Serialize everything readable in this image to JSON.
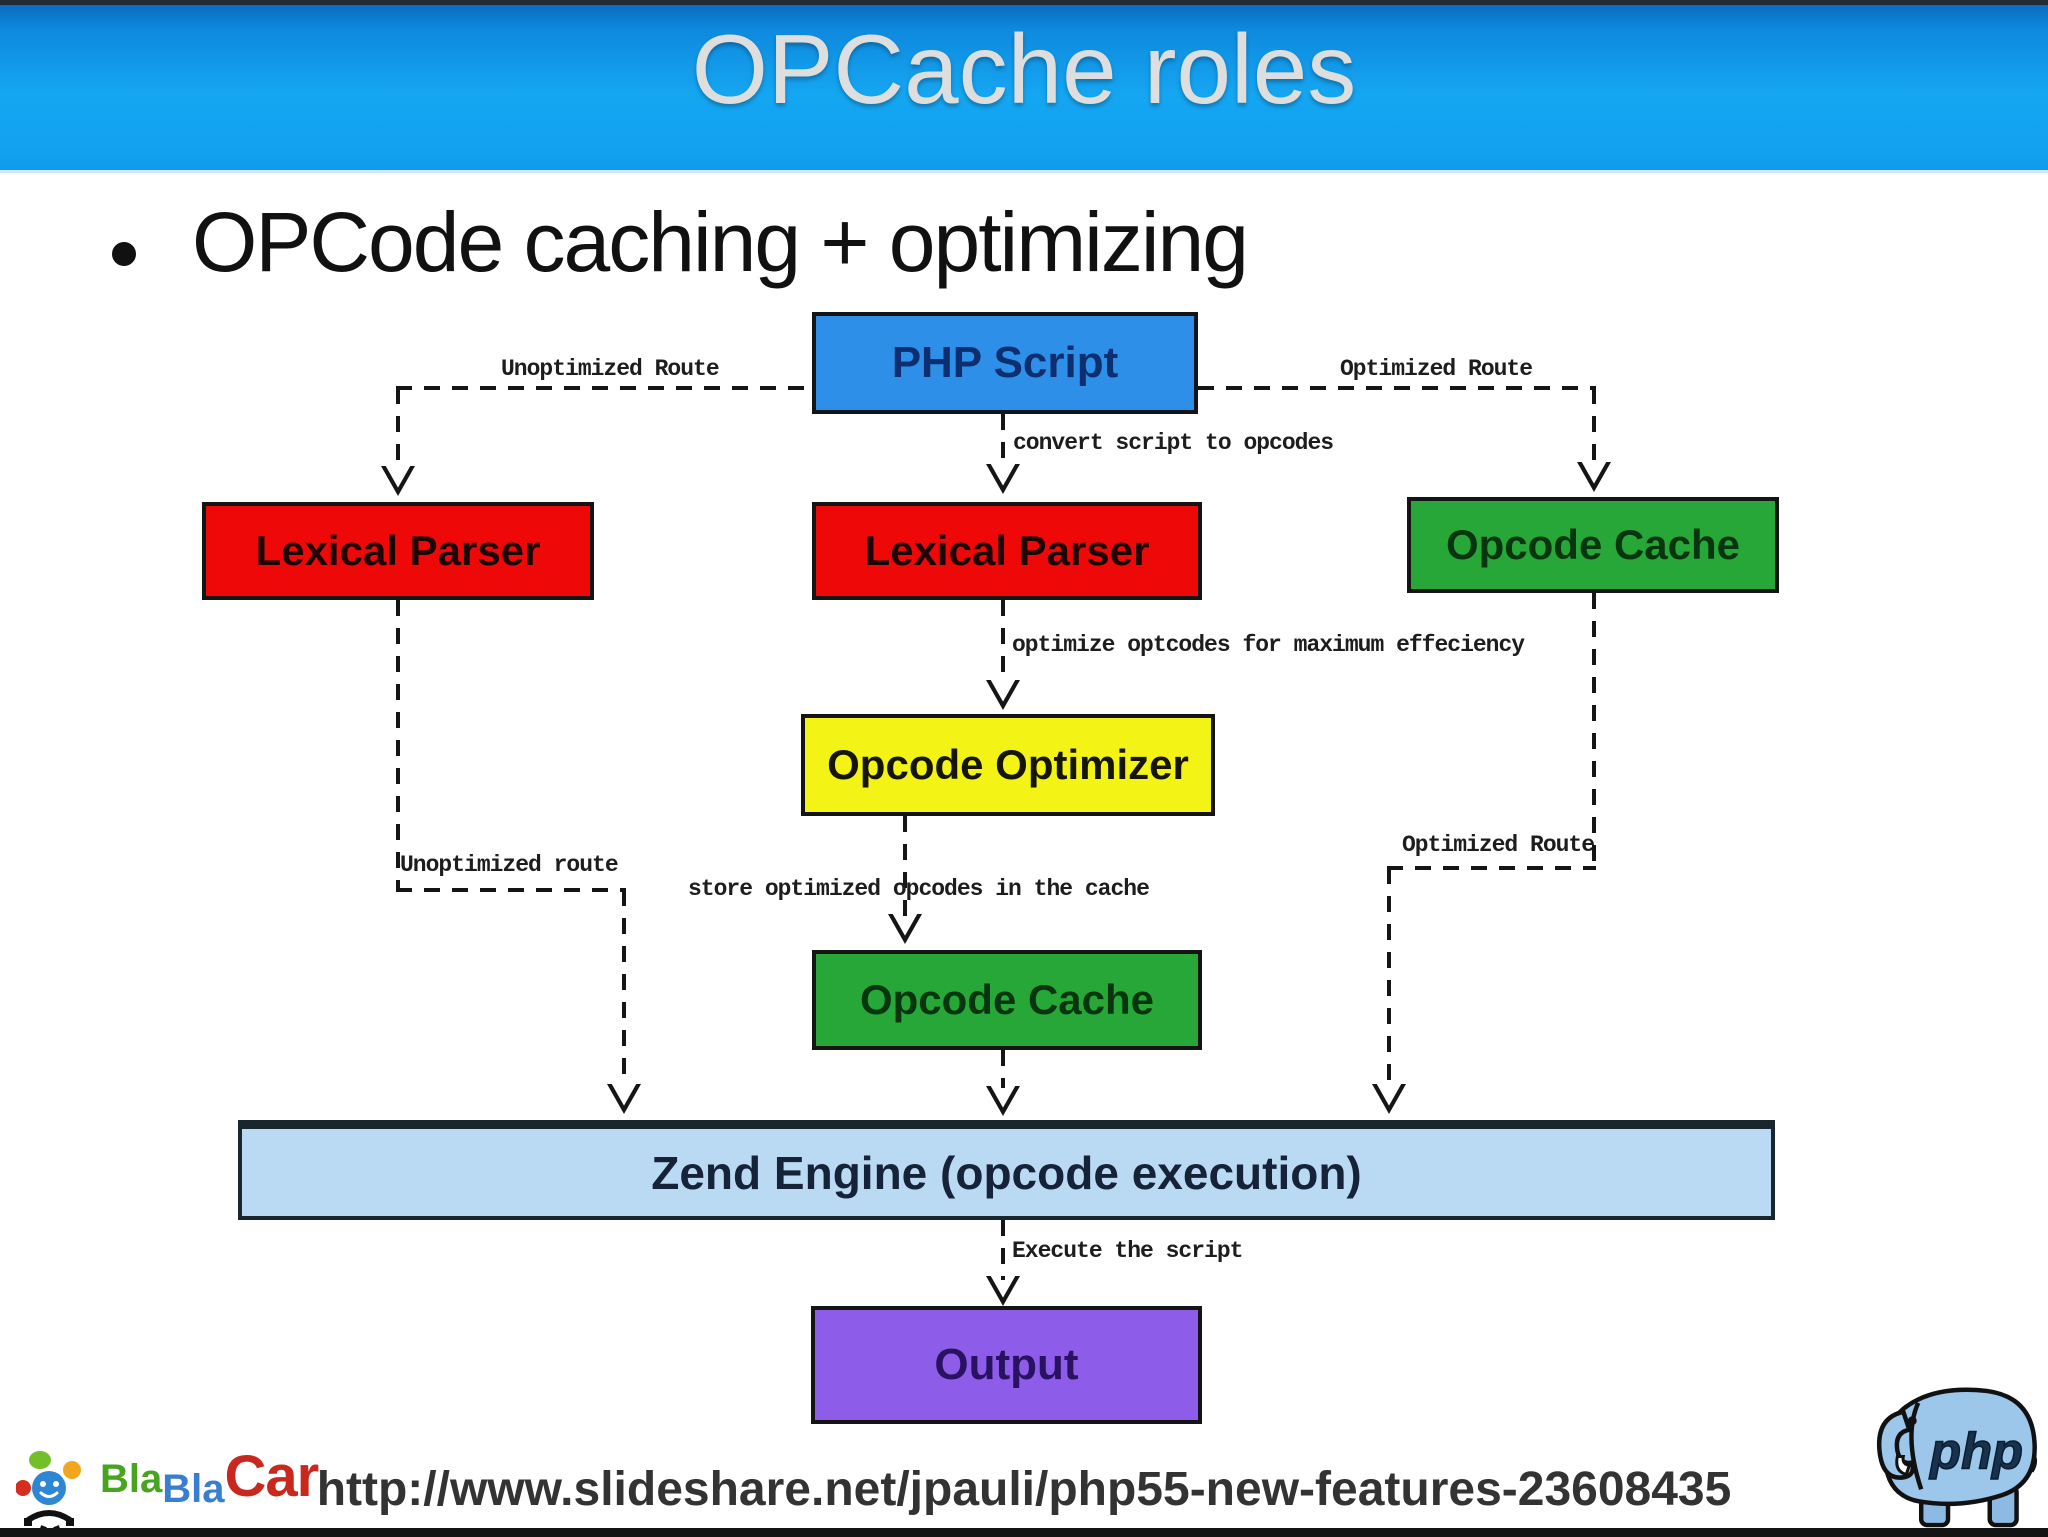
{
  "header": {
    "title": "OPCache roles"
  },
  "bullet": {
    "text": "OPCode caching + optimizing"
  },
  "diagram": {
    "nodes": {
      "php_script": "PHP Script",
      "lexical_parser_left": "Lexical Parser",
      "lexical_parser_center": "Lexical Parser",
      "opcode_cache_right": "Opcode Cache",
      "opcode_optimizer": "Opcode Optimizer",
      "opcode_cache_center": "Opcode Cache",
      "zend_engine": "Zend Engine (opcode execution)",
      "output": "Output"
    },
    "edge_labels": {
      "unoptimized_route_top": "Unoptimized Route",
      "optimized_route_top": "Optimized Route",
      "convert": "convert script to opcodes",
      "optimize": "optimize optcodes for maximum effeciency",
      "store": "store optimized opcodes in the cache",
      "unoptimized_route_bottom": "Unoptimized route",
      "optimized_route_bottom": "Optimized Route",
      "execute": "Execute the script"
    },
    "colors": {
      "header_blue": "#15a6f2",
      "php_script_fill": "#2e8fe8",
      "lexical_parser_fill": "#ee0808",
      "opcode_cache_fill": "#27a737",
      "optimizer_fill": "#f3f316",
      "zend_engine_fill": "#badaf4",
      "output_fill": "#8d5ce8"
    }
  },
  "footer": {
    "url": "http://www.slideshare.net/jpauli/php55-new-features-23608435"
  },
  "logos": {
    "blablacar": {
      "bla1": "Bla",
      "bla2": "Bla",
      "car": "Car"
    },
    "php": {
      "label": "php"
    }
  }
}
